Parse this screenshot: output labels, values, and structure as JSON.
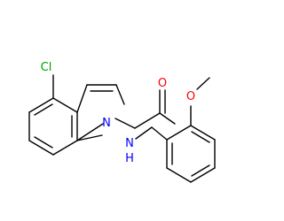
{
  "molecule": {
    "atoms": {
      "cl": {
        "symbol": "Cl",
        "color": "#00a000"
      },
      "n_ring": {
        "symbol": "N",
        "color": "#0000ff"
      },
      "o_carbonyl": {
        "symbol": "O",
        "color": "#ff0000"
      },
      "nh": {
        "symbol": "N",
        "sub": "H",
        "color": "#0000ff"
      },
      "o_methoxy": {
        "symbol": "O",
        "color": "#ff0000"
      }
    },
    "bond_color": "#000000"
  }
}
